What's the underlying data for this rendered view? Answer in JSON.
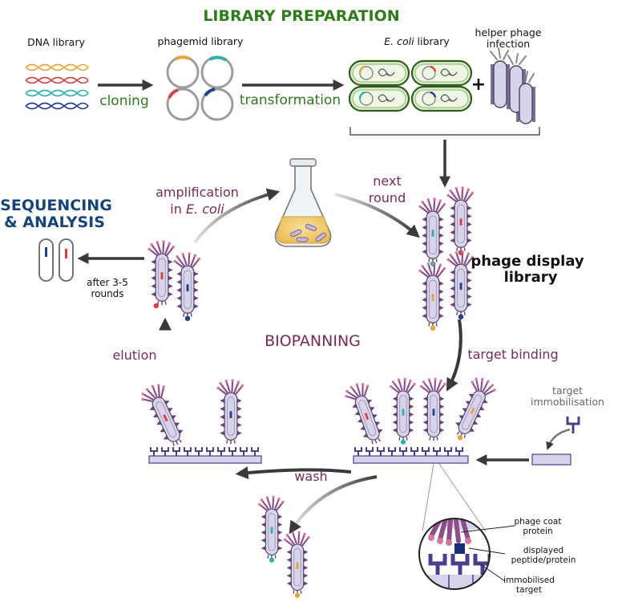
{
  "title": "LIBRARY PREPARATION",
  "dna_library": "DNA library",
  "phagemid_library": "phagemid library",
  "ecoli_library_italic": "E. coli",
  "ecoli_library_rest": " library",
  "helper_phage_line1": "helper phage",
  "helper_phage_line2": "infection",
  "cloning": "cloning",
  "transformation": "transformation",
  "plus": "+",
  "sequencing_line1": "SEQUENCING",
  "sequencing_line2": "& ANALYSIS",
  "amplification_line1": "amplification",
  "amplification_line2_pre": "in ",
  "amplification_line2_italic": "E. coli",
  "next_round_line1": "next",
  "next_round_line2": "round",
  "phage_display_line1": "phage display",
  "phage_display_line2": "library",
  "after_rounds_line1": "after 3-5",
  "after_rounds_line2": "rounds",
  "biopanning": "BIOPANNING",
  "elution": "elution",
  "target_binding": "target binding",
  "target_immobilisation_line1": "target",
  "target_immobilisation_line2": "immobilisation",
  "wash": "wash",
  "phage_coat_line1": "phage coat",
  "phage_coat_line2": "protein",
  "displayed_line1": "displayed",
  "displayed_line2": "peptide/protein",
  "immobilised_line1": "immobilised",
  "immobilised_line2": "target",
  "colors": {
    "green_title": "#2e7d1a",
    "maroon": "#7a2a57",
    "blue_title": "#17457a",
    "phage_body": "#d8d3ea",
    "phage_coat": "#8a4d8e",
    "target": "#4a3f8c"
  }
}
